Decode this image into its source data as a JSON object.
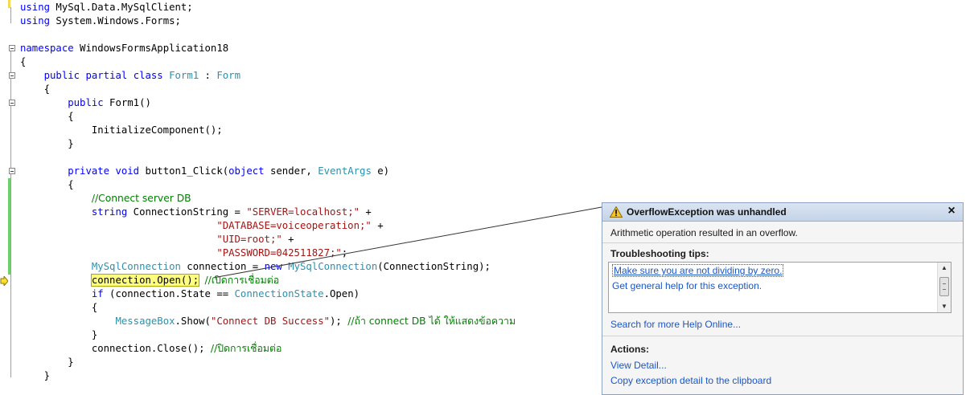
{
  "code": {
    "lines": [
      [
        {
          "text": "using",
          "cls": "k"
        },
        {
          "text": " MySql.Data.MySqlClient;"
        }
      ],
      [
        {
          "text": "using",
          "cls": "k"
        },
        {
          "text": " System.Windows.Forms;"
        }
      ],
      [],
      [
        {
          "text": "namespace",
          "cls": "k"
        },
        {
          "text": " WindowsFormsApplication18"
        }
      ],
      [
        {
          "text": "{"
        }
      ],
      [
        {
          "text": "    "
        },
        {
          "text": "public",
          "cls": "k"
        },
        {
          "text": " "
        },
        {
          "text": "partial",
          "cls": "k"
        },
        {
          "text": " "
        },
        {
          "text": "class",
          "cls": "k"
        },
        {
          "text": " "
        },
        {
          "text": "Form1",
          "cls": "t"
        },
        {
          "text": " : "
        },
        {
          "text": "Form",
          "cls": "t"
        }
      ],
      [
        {
          "text": "    {"
        }
      ],
      [
        {
          "text": "        "
        },
        {
          "text": "public",
          "cls": "k"
        },
        {
          "text": " Form1()"
        }
      ],
      [
        {
          "text": "        {"
        }
      ],
      [
        {
          "text": "            InitializeComponent();"
        }
      ],
      [
        {
          "text": "        }"
        }
      ],
      [],
      [
        {
          "text": "        "
        },
        {
          "text": "private",
          "cls": "k"
        },
        {
          "text": " "
        },
        {
          "text": "void",
          "cls": "k"
        },
        {
          "text": " button1_Click("
        },
        {
          "text": "object",
          "cls": "k"
        },
        {
          "text": " sender, "
        },
        {
          "text": "EventArgs",
          "cls": "t"
        },
        {
          "text": " e)"
        }
      ],
      [
        {
          "text": "        {"
        }
      ],
      [
        {
          "text": "            "
        },
        {
          "text": "//Connect server DB",
          "cls": "c"
        }
      ],
      [
        {
          "text": "            "
        },
        {
          "text": "string",
          "cls": "k"
        },
        {
          "text": " ConnectionString = "
        },
        {
          "text": "\"SERVER=localhost;\"",
          "cls": "s"
        },
        {
          "text": " +"
        }
      ],
      [
        {
          "text": "                                 "
        },
        {
          "text": "\"DATABASE=voiceoperation;\"",
          "cls": "s"
        },
        {
          "text": " +"
        }
      ],
      [
        {
          "text": "                                 "
        },
        {
          "text": "\"UID=root;\"",
          "cls": "s"
        },
        {
          "text": " +"
        }
      ],
      [
        {
          "text": "                                 "
        },
        {
          "text": "\"PASSWORD=042511827;\"",
          "cls": "s"
        },
        {
          "text": ";"
        }
      ],
      [
        {
          "text": "            "
        },
        {
          "text": "MySqlConnection",
          "cls": "t"
        },
        {
          "text": " connection = "
        },
        {
          "text": "new",
          "cls": "k"
        },
        {
          "text": " "
        },
        {
          "text": "MySqlConnection",
          "cls": "t"
        },
        {
          "text": "(ConnectionString);"
        }
      ],
      [
        {
          "text": "            "
        },
        {
          "text": "connection.Open();",
          "cls": "hl"
        },
        {
          "text": " "
        },
        {
          "text": "//เปิดการเชื่อมต่อ",
          "cls": "c"
        }
      ],
      [
        {
          "text": "            "
        },
        {
          "text": "if",
          "cls": "k"
        },
        {
          "text": " (connection.State == "
        },
        {
          "text": "ConnectionState",
          "cls": "t"
        },
        {
          "text": ".Open)"
        }
      ],
      [
        {
          "text": "            {"
        }
      ],
      [
        {
          "text": "                "
        },
        {
          "text": "MessageBox",
          "cls": "t"
        },
        {
          "text": ".Show("
        },
        {
          "text": "\"Connect DB Success\"",
          "cls": "s"
        },
        {
          "text": "); "
        },
        {
          "text": "//ถ้า connect DB ได้ ให้แสดงข้อความ",
          "cls": "c"
        }
      ],
      [
        {
          "text": "            }"
        }
      ],
      [
        {
          "text": "            connection.Close(); "
        },
        {
          "text": "//ปิดการเชื่อมต่อ",
          "cls": "c"
        }
      ],
      [
        {
          "text": "        }"
        }
      ],
      [
        {
          "text": "    }"
        }
      ]
    ]
  },
  "exception": {
    "title": "OverflowException was unhandled",
    "message": "Arithmetic operation resulted in an overflow.",
    "tips_heading": "Troubleshooting tips:",
    "tips": [
      "Make sure you are not dividing by zero.",
      "Get general help for this exception."
    ],
    "search_link": "Search for more Help Online...",
    "actions_heading": "Actions:",
    "actions": [
      "View Detail...",
      "Copy exception detail to the clipboard"
    ],
    "close_glyph": "×",
    "icon": "warning-icon"
  }
}
